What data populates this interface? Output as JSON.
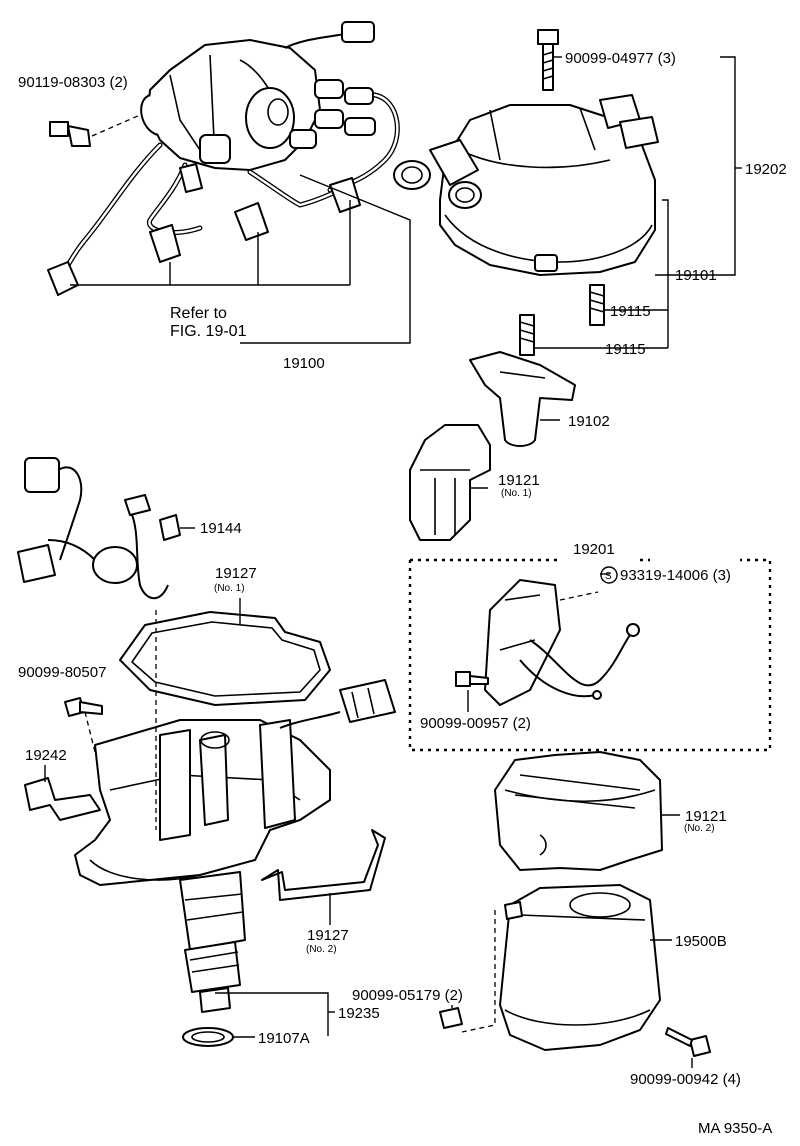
{
  "labels": {
    "p90119_08303": "90119-08303 (2)",
    "p90099_04977": "90099-04977 (3)",
    "p19202": "19202",
    "p19101": "19101",
    "p19115_a": "19115",
    "p19115_b": "19115",
    "refer_to_line1": "Refer to",
    "refer_to_line2": "FIG. 19-01",
    "p19100": "19100",
    "p19102": "19102",
    "p19121_no1": "19121",
    "p19121_no1_sub": "(No. 1)",
    "p19144": "19144",
    "p19127_no1": "19127",
    "p19127_no1_sub": "(No. 1)",
    "p19201": "19201",
    "p93319_14006": "93319-14006 (3)",
    "s_mark": "S",
    "p90099_80507": "90099-80507",
    "p19242": "19242",
    "p90099_00957": "90099-00957 (2)",
    "p19121_no2": "19121",
    "p19121_no2_sub": "(No. 2)",
    "p19127_no2": "19127",
    "p19127_no2_sub": "(No. 2)",
    "p19500b": "19500B",
    "p90099_05179": "90099-05179 (2)",
    "p19235": "19235",
    "p19107a": "19107A",
    "p90099_00942": "90099-00942 (4)",
    "diagram_code": "MA 9350-A"
  }
}
